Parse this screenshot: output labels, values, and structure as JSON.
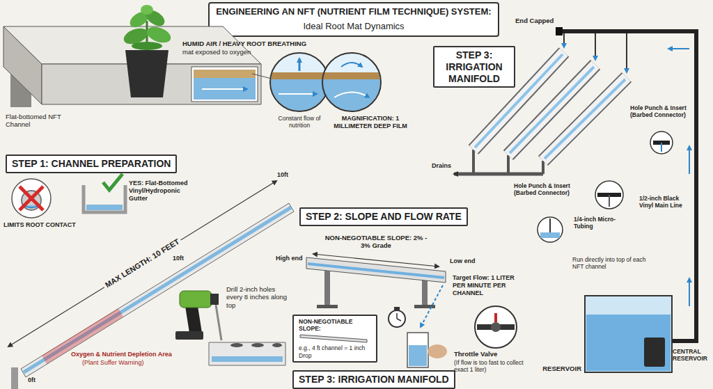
{
  "diagram": {
    "title": "ENGINEERING AN NFT (NUTRIENT FILM TECHNIQUE) SYSTEM:",
    "nodes": [
      {
        "text": [
          "STEP 3: IRRIGATION MANIFOLD"
        ]
      },
      {
        "text": [
          "STEP 1: CHANNEL PREPARATION"
        ]
      },
      {
        "text": [
          "STEP 2: SLOPE AND FLOW RATE"
        ]
      },
      {
        "text": [
          "NON-NEGOTIABLE SLOPE:",
          "e.g., 4 ft channel = 1 inch Drop"
        ]
      },
      {
        "text": [
          "STEP 3: IRRIGATION MANIFOLD"
        ]
      }
    ],
    "labels": [
      "Ideal Root Mat Dynamics",
      "HUMID AIR / HEAVY ROOT BREATHING",
      "mat exposed to oxygen",
      "Flat-bottomed NFT Channel",
      "Constant flow of nutrition",
      "MAGNIFICATION: 1 MILLIMETER DEEP FILM",
      "LIMITS ROOT CONTACT",
      "YES: Flat-Bottomed Vinyl/Hydroponic Gutter",
      "MAX LENGTH: 10 FEET",
      "10ft",
      "10ft",
      "0ft",
      "Oxygen & Nutrient Depletion Area",
      "(Plant Suffer Warning)",
      "Drill 2-inch holes every 8 inches along top",
      "High end",
      "NON-NEGOTIABLE SLOPE: 2% - 3% Grade",
      "Low end",
      "Target Flow: 1 LITER PER MINUTE PER CHANNEL",
      "Throttle Valve",
      "(If flow is too fast to collect exact 1 liter)",
      "End Capped",
      "Drains",
      "Hole Punch & Insert (Barbed Connector)",
      "Hole Punch & Insert (Barbed Connector)",
      "1/2-inch Black Vinyl Main Line",
      "1/4-inch Micro-Tubing",
      "Run directly into top of each NFT channel",
      "RESERVOIR",
      "CENTRAL RESERVOIR"
    ]
  }
}
